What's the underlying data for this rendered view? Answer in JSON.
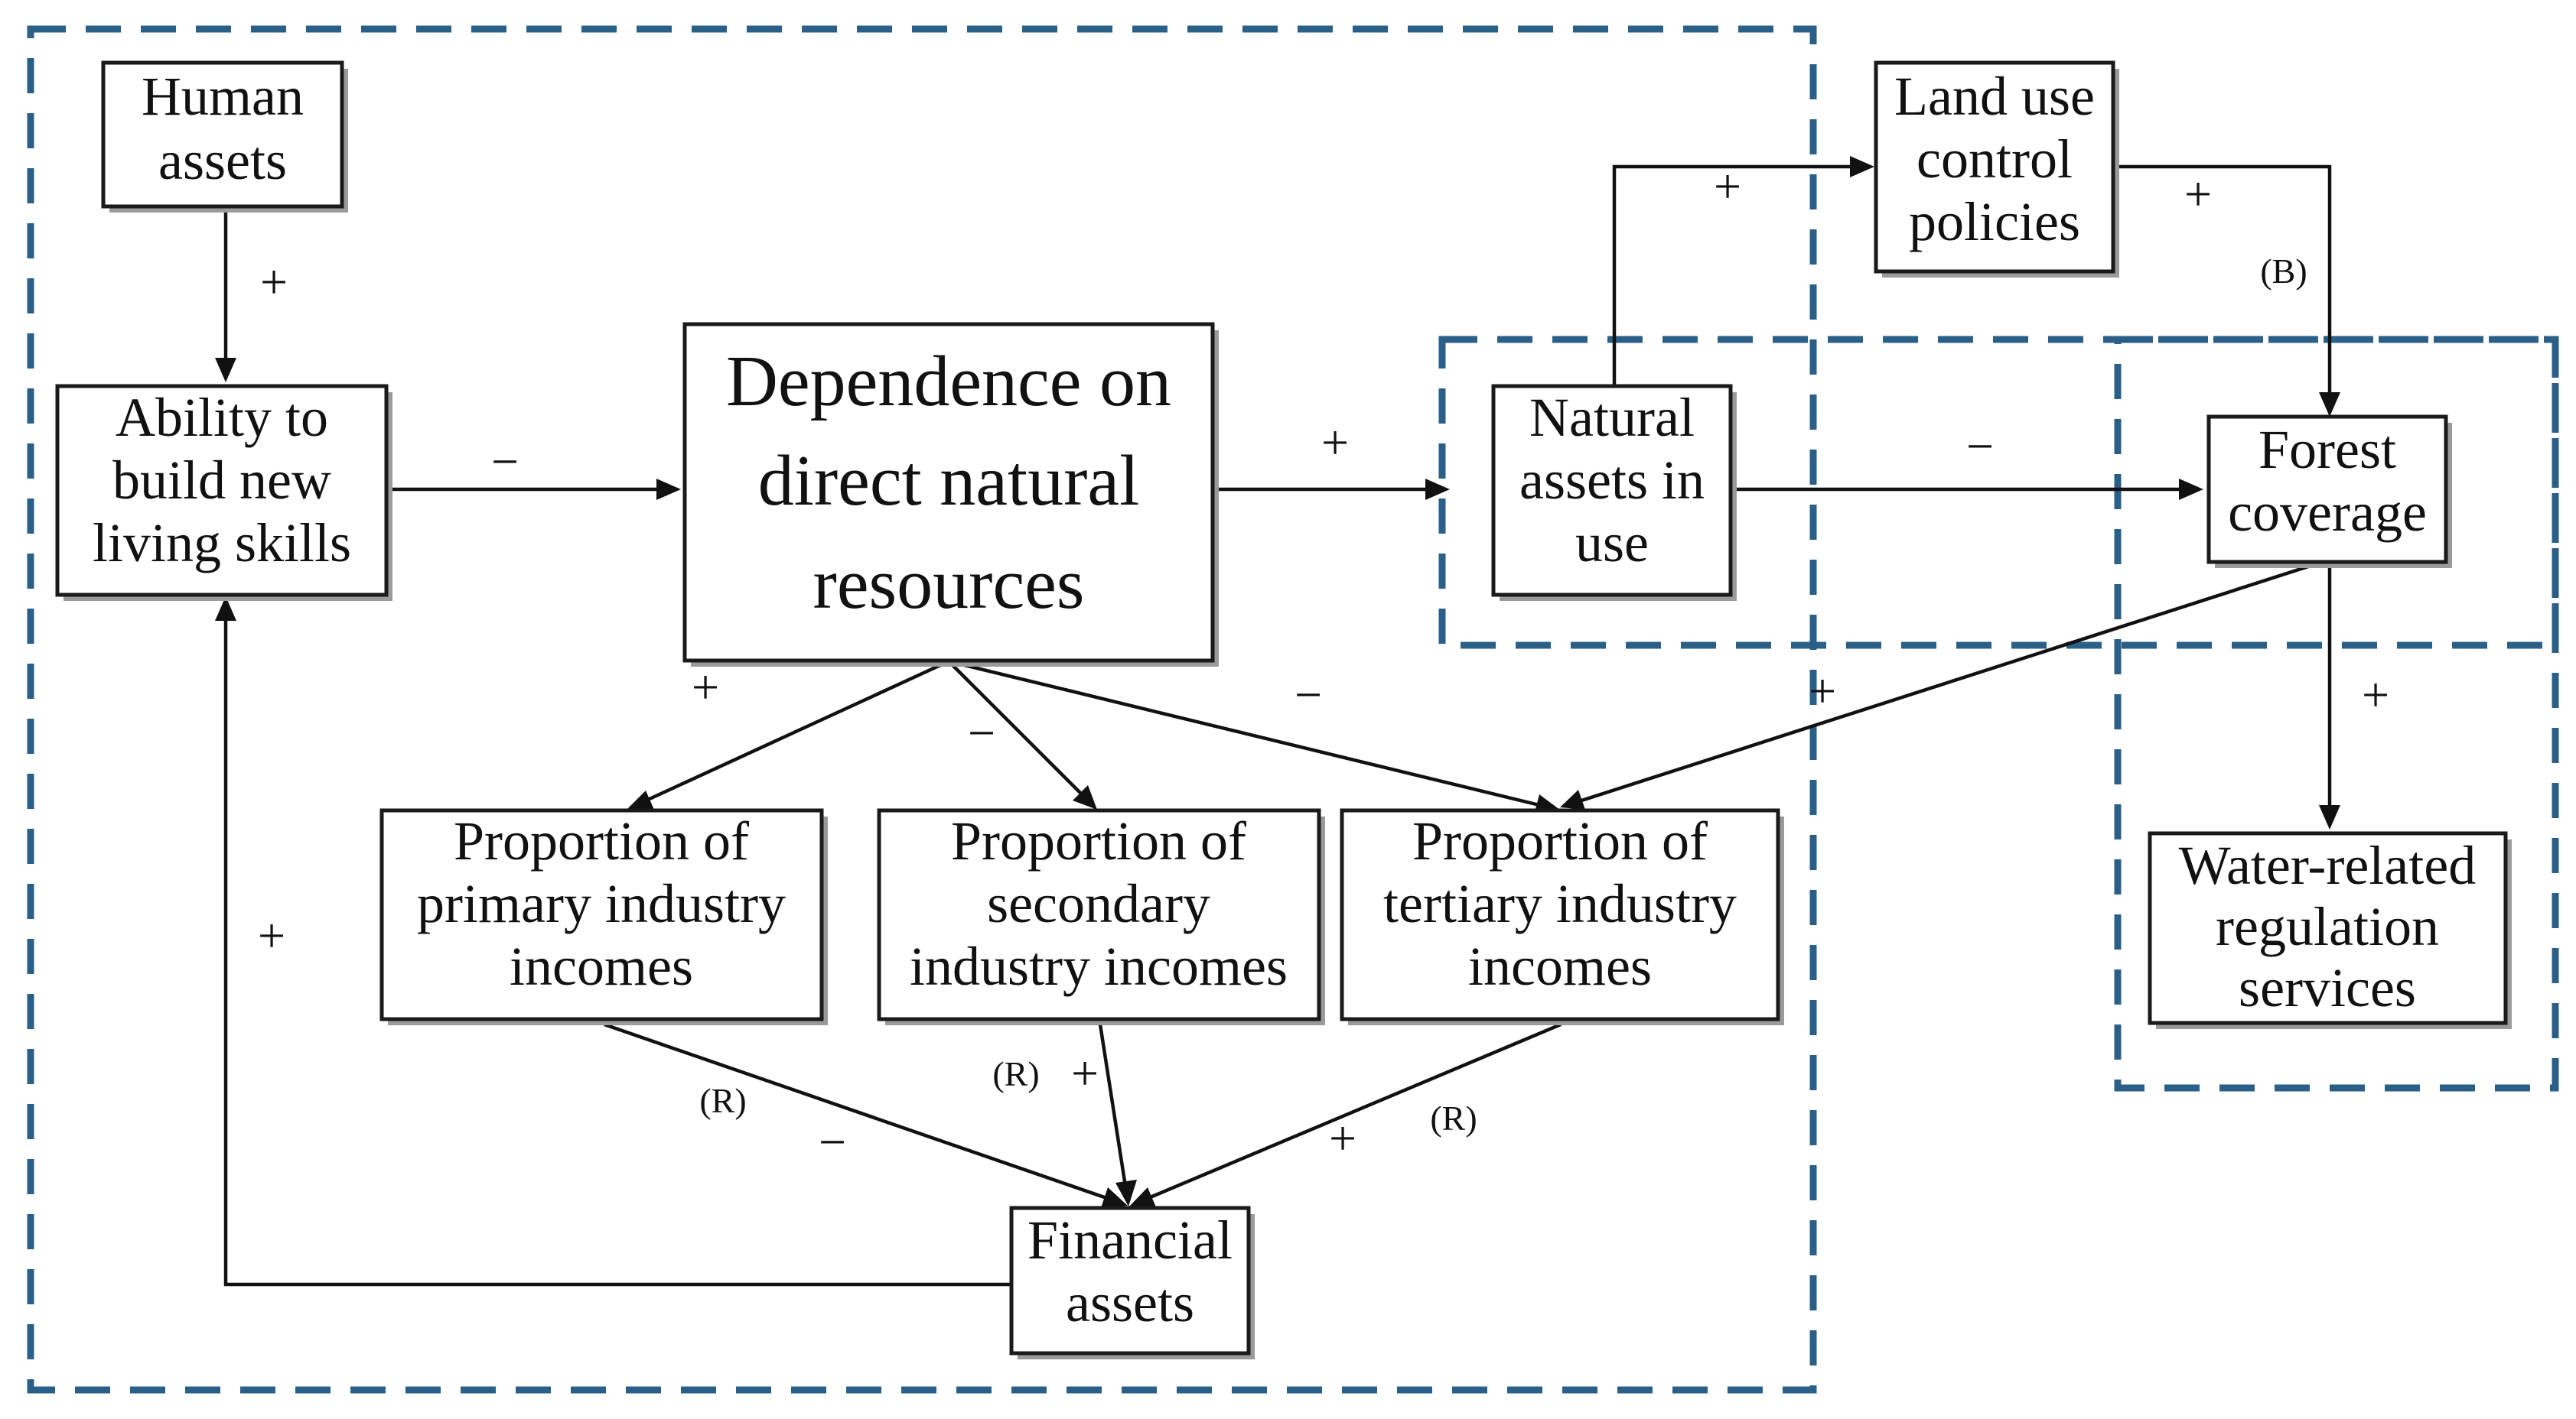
{
  "nodes": {
    "human_assets": [
      "Human",
      "assets"
    ],
    "ability": [
      "Ability to",
      "build new",
      "living skills"
    ],
    "dependence": [
      "Dependence on",
      "direct natural",
      "resources"
    ],
    "natural_assets": [
      "Natural",
      "assets in",
      "use"
    ],
    "land_use": [
      "Land use",
      "control",
      "policies"
    ],
    "forest": [
      "Forest",
      "coverage"
    ],
    "water": [
      "Water-related",
      "regulation",
      "services"
    ],
    "primary": [
      "Proportion of",
      "primary industry",
      "incomes"
    ],
    "secondary": [
      "Proportion of",
      "secondary",
      "industry incomes"
    ],
    "tertiary": [
      "Proportion of",
      "tertiary industry",
      "incomes"
    ],
    "financial": [
      "Financial",
      "assets"
    ]
  },
  "signs": {
    "human_to_ability": "+",
    "ability_to_dependence": "−",
    "dependence_to_natural": "+",
    "natural_to_land": "+",
    "land_to_forest": "+",
    "natural_to_forest": "−",
    "forest_to_water": "+",
    "forest_to_tertiary": "+",
    "dependence_to_primary": "+",
    "dependence_to_secondary": "−",
    "dependence_to_tertiary": "−",
    "primary_to_financial": "−",
    "secondary_to_financial": "+",
    "tertiary_to_financial": "+",
    "financial_to_ability": "+"
  },
  "loops": {
    "balancing": "(B)",
    "reinforcing_primary": "(R)",
    "reinforcing_secondary": "(R)",
    "reinforcing_tertiary": "(R)"
  },
  "colors": {
    "dashed_boundary": "#2a5f88",
    "box_border": "#1a1a1a",
    "arrow": "#111111"
  }
}
